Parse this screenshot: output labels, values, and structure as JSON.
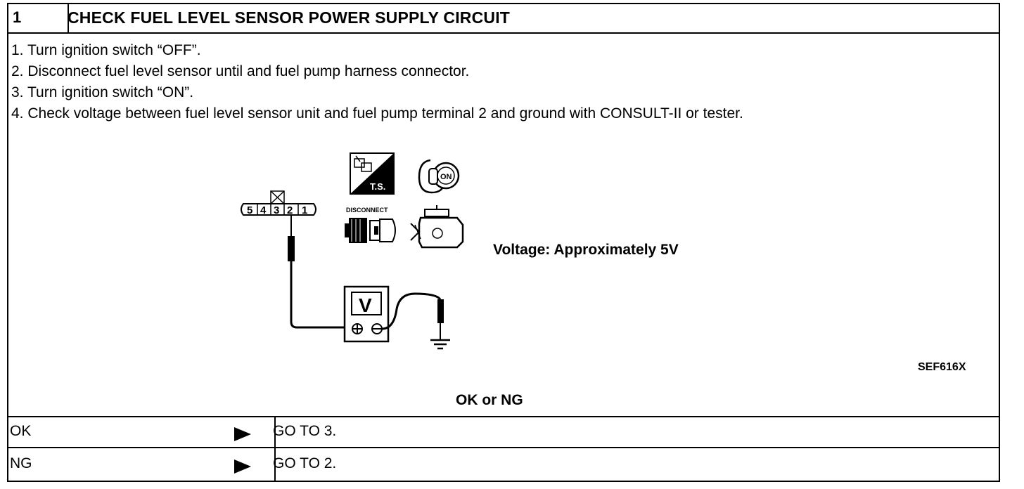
{
  "header": {
    "step_number": "1",
    "title": "CHECK FUEL LEVEL SENSOR POWER SUPPLY CIRCUIT"
  },
  "instructions": [
    "1.  Turn ignition switch “OFF”.",
    "2.  Disconnect fuel level sensor until and fuel pump harness connector.",
    "3.  Turn ignition switch “ON”.",
    "4.  Check voltage between fuel level sensor unit and fuel pump terminal 2 and ground with CONSULT-II or tester."
  ],
  "diagram": {
    "connector_terminals": [
      "5",
      "4",
      "3",
      "2",
      "1"
    ],
    "ts_label": "T.S.",
    "key_label": "ON",
    "disconnect_label": "DISCONNECT",
    "meter_label": "V",
    "spec_text": "Voltage: Approximately 5V",
    "figure_code": "SEF616X"
  },
  "result_prompt": "OK or NG",
  "results": [
    {
      "label": "OK",
      "action": "GO TO 3."
    },
    {
      "label": "NG",
      "action": "GO TO 2."
    }
  ],
  "colors": {
    "ink": "#000000",
    "paper": "#ffffff"
  },
  "icons": [
    "arrow-right-icon",
    "tester-icon",
    "ignition-key-icon",
    "disconnect-connector-icon",
    "engine-icon",
    "voltmeter-icon",
    "ground-icon"
  ]
}
